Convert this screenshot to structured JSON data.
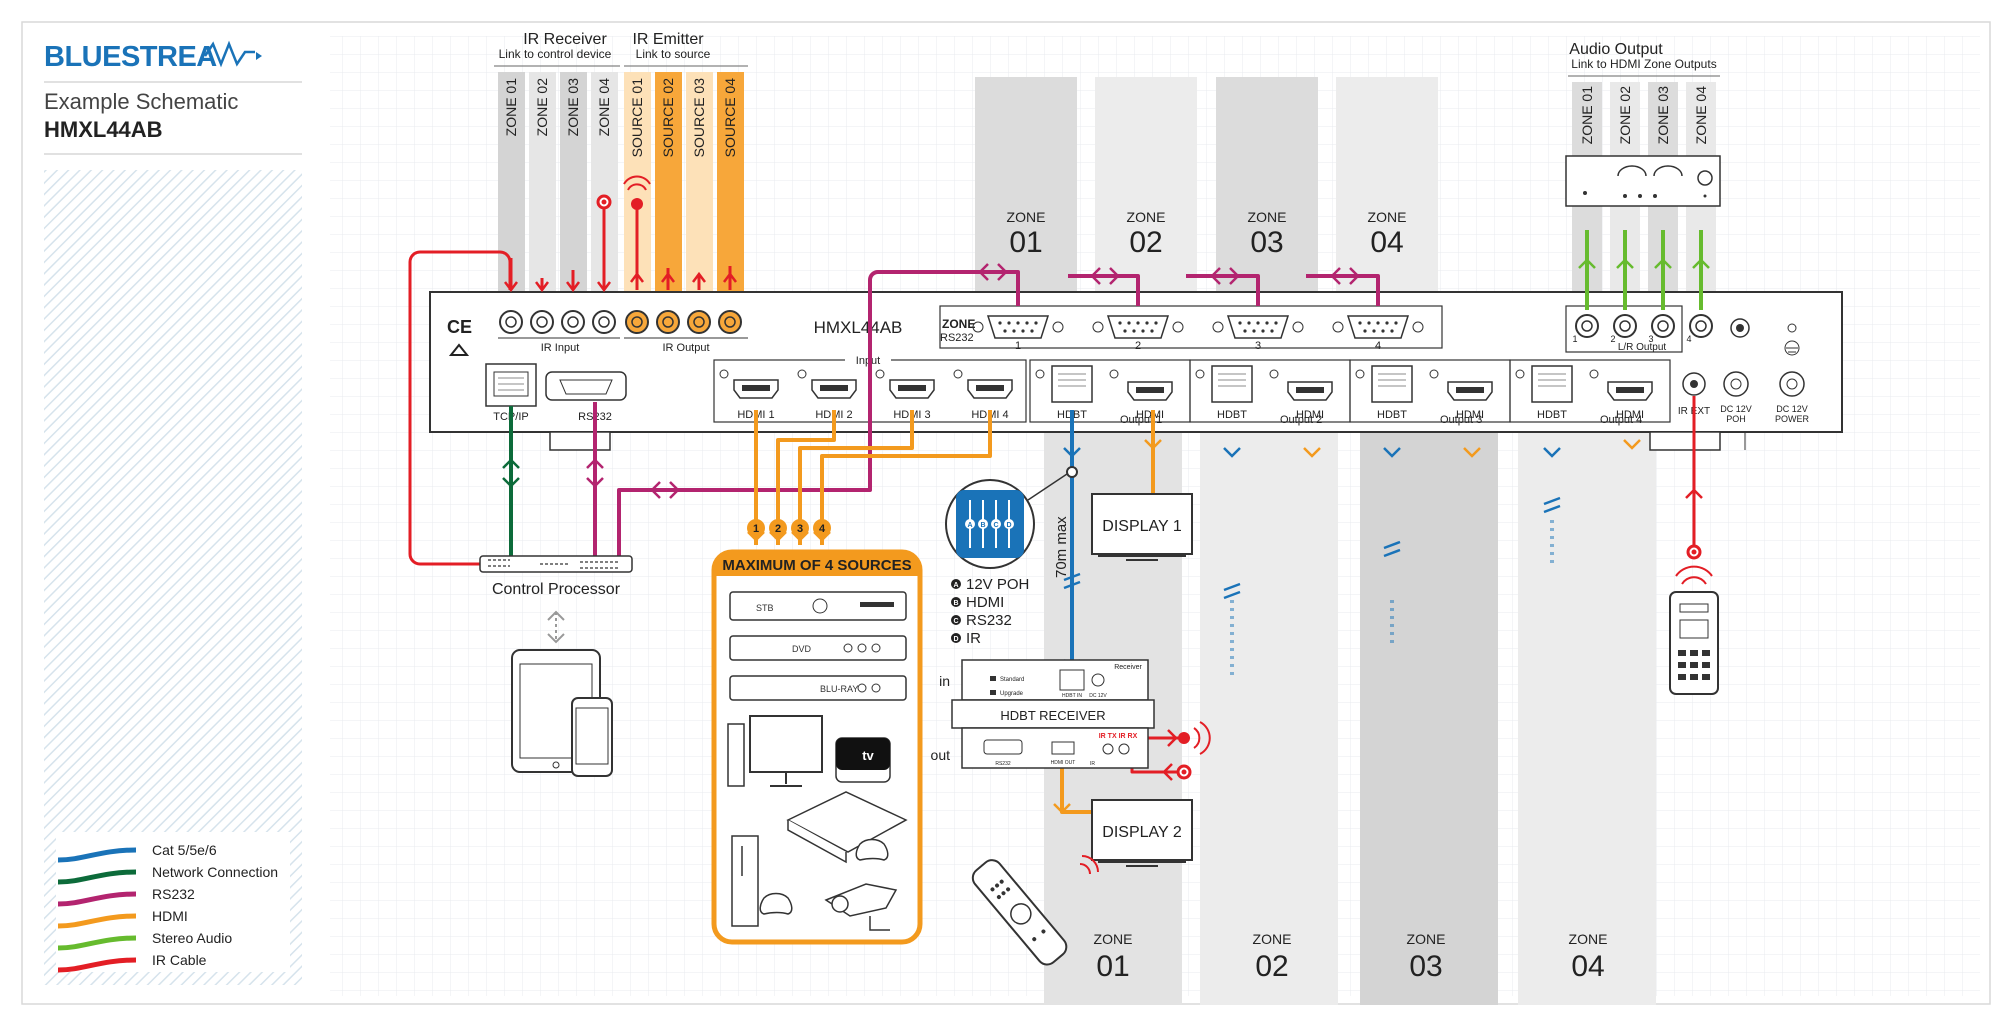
{
  "brand": {
    "name_a": "BLUE",
    "name_b": "STREA"
  },
  "sidebar": {
    "subtitle": "Example Schematic",
    "model": "HMXL44AB"
  },
  "legend": [
    {
      "label": "Cat 5/5e/6",
      "color": "#1a73b8"
    },
    {
      "label": "Network Connection",
      "color": "#0c6b3a"
    },
    {
      "label": "RS232",
      "color": "#b3246f"
    },
    {
      "label": "HDMI",
      "color": "#f39a1e"
    },
    {
      "label": "Stereo Audio",
      "color": "#66bb2e"
    },
    {
      "label": "IR Cable",
      "color": "#e31e25"
    }
  ],
  "ir_receiver": {
    "title": "IR Receiver",
    "sub": "Link to control device",
    "zones": [
      "ZONE 01",
      "ZONE 02",
      "ZONE 03",
      "ZONE 04"
    ]
  },
  "ir_emitter": {
    "title": "IR Emitter",
    "sub": "Link to source",
    "sources": [
      "SOURCE 01",
      "SOURCE 02",
      "SOURCE 03",
      "SOURCE 04"
    ]
  },
  "audio": {
    "title": "Audio Output",
    "sub": "Link to HDMI Zone Outputs",
    "zones": [
      "ZONE 01",
      "ZONE 02",
      "ZONE 03",
      "ZONE 04"
    ]
  },
  "matrix": {
    "model": "HMXL44AB",
    "ce": "CE",
    "ir_input": "IR Input",
    "ir_output": "IR Output",
    "zone_label": "ZONE",
    "rs232_label": "RS232",
    "zone_numbers": [
      "1",
      "2",
      "3",
      "4"
    ],
    "input_label": "Input",
    "hdmi_inputs": [
      "HDMI 1",
      "HDMI 2",
      "HDMI 3",
      "HDMI 4"
    ],
    "outputs": [
      "Output 1",
      "Output 2",
      "Output 3",
      "Output 4"
    ],
    "hdbt": "HDBT",
    "hdmi": "HDMI",
    "tcpip": "TCP/IP",
    "rs232": "RS232",
    "lr_output": "L/R Output",
    "audio_nums": [
      "1",
      "2",
      "3",
      "4"
    ],
    "ir_ext": "IR EXT",
    "dc_poh_a": "DC 12V",
    "dc_poh_b": "POH",
    "dc_pwr_a": "DC 12V",
    "dc_pwr_b": "POWER"
  },
  "top_zones": [
    {
      "label": "ZONE",
      "num": "01"
    },
    {
      "label": "ZONE",
      "num": "02"
    },
    {
      "label": "ZONE",
      "num": "03"
    },
    {
      "label": "ZONE",
      "num": "04"
    }
  ],
  "bottom_zones": [
    {
      "label": "ZONE",
      "num": "01"
    },
    {
      "label": "ZONE",
      "num": "02"
    },
    {
      "label": "ZONE",
      "num": "03"
    },
    {
      "label": "ZONE",
      "num": "04"
    }
  ],
  "control_processor": "Control Processor",
  "sources_box": {
    "title": "MAXIMUM OF 4 SOURCES",
    "numbers": [
      "1",
      "2",
      "3",
      "4"
    ],
    "stb": "STB",
    "dvd": "DVD",
    "bluray": "BLU-RAY",
    "appletv": "tv"
  },
  "hdbt_legend": {
    "letters": [
      "A",
      "B",
      "C",
      "D"
    ],
    "items": [
      {
        "letter": "A",
        "text": "12V POH"
      },
      {
        "letter": "B",
        "text": "HDMI"
      },
      {
        "letter": "C",
        "text": "RS232"
      },
      {
        "letter": "D",
        "text": "IR"
      }
    ]
  },
  "distance": "70m max",
  "displays": [
    "DISPLAY 1",
    "DISPLAY 2"
  ],
  "receiver": {
    "title": "HDBT RECEIVER",
    "in": "in",
    "out": "out",
    "badge": "Receiver",
    "standard": "Standard",
    "upgrade": "Upgrade",
    "hdbt_in": "HDBT IN",
    "dc": "DC 12V",
    "rs232": "RS232",
    "hdmi_out": "HDMI OUT",
    "ir_tx_rx": "IR TX IR RX",
    "ir": "IR"
  }
}
